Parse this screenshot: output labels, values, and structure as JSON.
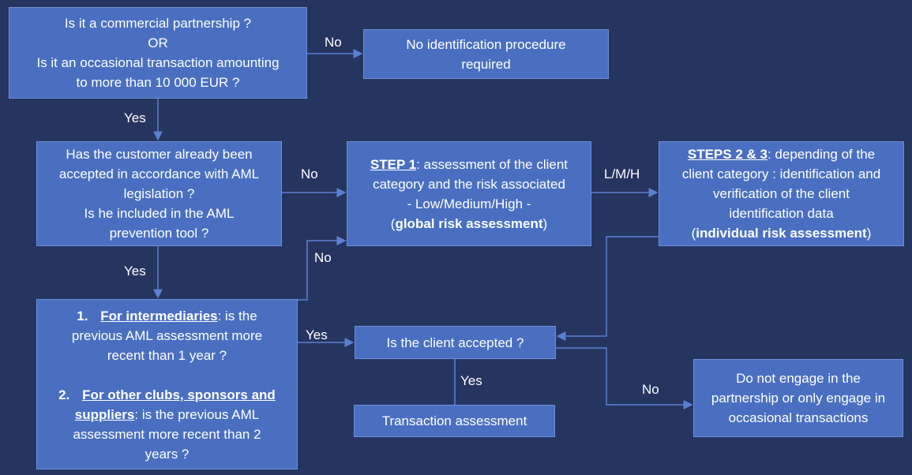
{
  "boxes": {
    "q1": {
      "lines": [
        "Is it a commercial partnership ?",
        "OR",
        "Is it an occasional transaction amounting",
        "to more than 10 000 EUR ?"
      ]
    },
    "no_id": {
      "lines": [
        "No identification procedure",
        "required"
      ]
    },
    "q2": {
      "lines": [
        "Has the customer already been",
        "accepted in accordance with AML",
        "legislation ?",
        "Is he included in the AML",
        "prevention tool ?"
      ]
    },
    "step1": {
      "title": "STEP 1",
      "title_rest": ": assessment of the client",
      "lines": [
        "category and the risk associated",
        "- Low/Medium/High -"
      ],
      "paren_open": "(",
      "bold": "global risk assessment",
      "paren_close": ")"
    },
    "steps23": {
      "title": "STEPS 2 & 3",
      "title_rest": ": depending of the",
      "lines": [
        "client category : identification and",
        "verification of the client",
        "identification data"
      ],
      "paren_open": "(",
      "bold": "individual risk assessment",
      "paren_close": ")"
    },
    "q3": {
      "item1": {
        "num": "1.",
        "title": "For intermediaries",
        "rest_first": ": is the",
        "lines": [
          "previous AML assessment more",
          "recent than 1 year ?"
        ]
      },
      "item2": {
        "num": "2.",
        "title": "For other clubs, sponsors and",
        "title2": "suppliers",
        "rest_first": ": is the previous AML",
        "lines": [
          "assessment more recent than 2",
          "years ?"
        ]
      }
    },
    "accepted": {
      "text": "Is the client accepted ?"
    },
    "transaction": {
      "text": "Transaction assessment"
    },
    "noengage": {
      "lines": [
        "Do not engage in the",
        "partnership or only engage in",
        "occasional transactions"
      ]
    }
  },
  "labels": {
    "no1": "No",
    "yes1": "Yes",
    "no2": "No",
    "yes2": "Yes",
    "no3": "No",
    "lmh": "L/M/H",
    "yes3": "Yes",
    "yes4": "Yes",
    "no4": "No"
  },
  "colors": {
    "background": "#263460",
    "box_fill": "#4a6fc1",
    "box_border": "#6f8fd6",
    "connector": "#5b80d2",
    "text": "#ffffff"
  }
}
